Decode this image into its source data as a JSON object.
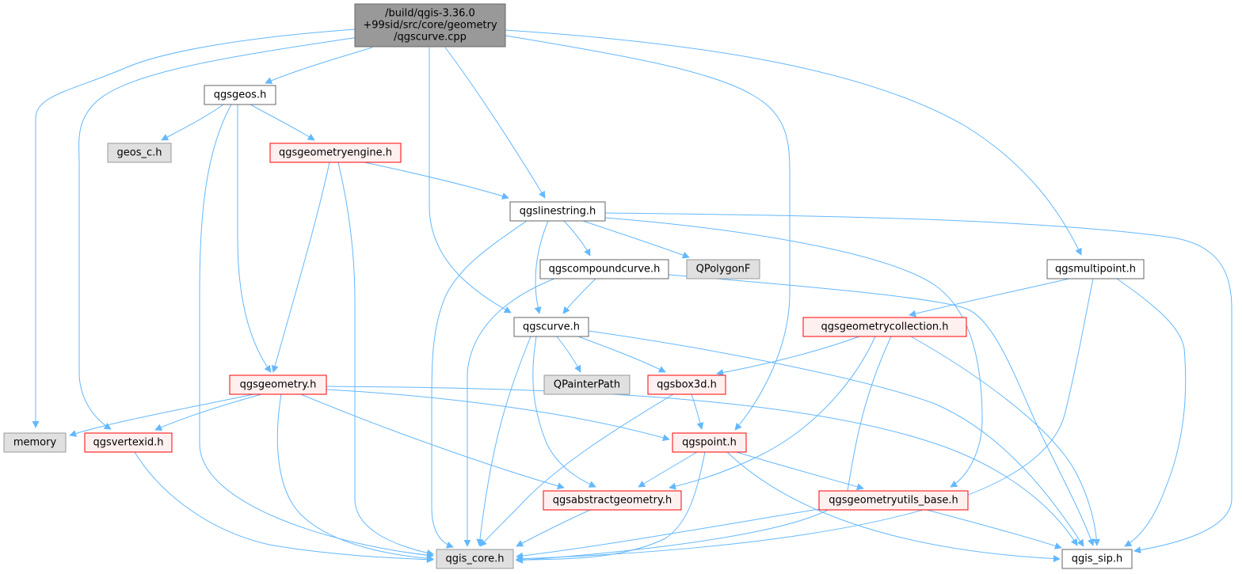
{
  "colors": {
    "edge": "#63b8ff",
    "root_fill": "#999999",
    "root_stroke": "#666666",
    "normal_fill": "#ffffff",
    "normal_stroke": "#666666",
    "truncated_fill": "#fff0f0",
    "truncated_stroke": "#ff0000",
    "external_fill": "#e0e0e0",
    "external_stroke": "#999999"
  },
  "nodes": [
    {
      "id": "root",
      "kind": "root",
      "lines": [
        "/build/qgis-3.36.0",
        "+99sid/src/core/geometry",
        "/qgscurve.cpp"
      ]
    },
    {
      "id": "qgsgeos",
      "kind": "normal",
      "lines": [
        "qgsgeos.h"
      ]
    },
    {
      "id": "geos_c",
      "kind": "external",
      "lines": [
        "geos_c.h"
      ]
    },
    {
      "id": "qgsgeometryengine",
      "kind": "truncated",
      "lines": [
        "qgsgeometryengine.h"
      ]
    },
    {
      "id": "qgslinestring",
      "kind": "normal",
      "lines": [
        "qgslinestring.h"
      ]
    },
    {
      "id": "qgscompoundcurve",
      "kind": "normal",
      "lines": [
        "qgscompoundcurve.h"
      ]
    },
    {
      "id": "qpolygonf",
      "kind": "external",
      "lines": [
        "QPolygonF"
      ]
    },
    {
      "id": "qgsmultipoint",
      "kind": "normal",
      "lines": [
        "qgsmultipoint.h"
      ]
    },
    {
      "id": "qgscurve",
      "kind": "normal",
      "lines": [
        "qgscurve.h"
      ]
    },
    {
      "id": "qgsgeometrycollection",
      "kind": "truncated",
      "lines": [
        "qgsgeometrycollection.h"
      ]
    },
    {
      "id": "qpainterpath",
      "kind": "external",
      "lines": [
        "QPainterPath"
      ]
    },
    {
      "id": "qgsbox3d",
      "kind": "truncated",
      "lines": [
        "qgsbox3d.h"
      ]
    },
    {
      "id": "qgsgeometry",
      "kind": "truncated",
      "lines": [
        "qgsgeometry.h"
      ]
    },
    {
      "id": "memory",
      "kind": "external",
      "lines": [
        "memory"
      ]
    },
    {
      "id": "qgsvertexid",
      "kind": "truncated",
      "lines": [
        "qgsvertexid.h"
      ]
    },
    {
      "id": "qgspoint",
      "kind": "truncated",
      "lines": [
        "qgspoint.h"
      ]
    },
    {
      "id": "qgsabstractgeometry",
      "kind": "truncated",
      "lines": [
        "qgsabstractgeometry.h"
      ]
    },
    {
      "id": "qgsgeometryutils_base",
      "kind": "truncated",
      "lines": [
        "qgsgeometryutils_base.h"
      ]
    },
    {
      "id": "qgis_core",
      "kind": "external",
      "lines": [
        "qgis_core.h"
      ]
    },
    {
      "id": "qgis_sip",
      "kind": "normal",
      "lines": [
        "qgis_sip.h"
      ]
    }
  ],
  "edges": [
    [
      "root",
      "memory"
    ],
    [
      "root",
      "qgsvertexid"
    ],
    [
      "root",
      "qgsgeos"
    ],
    [
      "root",
      "qgscurve"
    ],
    [
      "root",
      "qgslinestring"
    ],
    [
      "root",
      "qgspoint"
    ],
    [
      "root",
      "qgsmultipoint"
    ],
    [
      "qgsgeos",
      "geos_c"
    ],
    [
      "qgsgeos",
      "qgsgeometryengine"
    ],
    [
      "qgsgeos",
      "qgsgeometry"
    ],
    [
      "qgsgeos",
      "qgis_core"
    ],
    [
      "qgsgeometryengine",
      "qgslinestring"
    ],
    [
      "qgsgeometryengine",
      "qgsgeometry"
    ],
    [
      "qgsgeometryengine",
      "qgis_core"
    ],
    [
      "qgslinestring",
      "qgscompoundcurve"
    ],
    [
      "qgslinestring",
      "qpolygonf"
    ],
    [
      "qgslinestring",
      "qgscurve"
    ],
    [
      "qgslinestring",
      "qgis_core"
    ],
    [
      "qgslinestring",
      "qgsgeometryutils_base"
    ],
    [
      "qgslinestring",
      "qgis_sip"
    ],
    [
      "qgscompoundcurve",
      "qgscurve"
    ],
    [
      "qgscompoundcurve",
      "qgis_core"
    ],
    [
      "qgscompoundcurve",
      "qgis_sip"
    ],
    [
      "qgscurve",
      "qpainterpath"
    ],
    [
      "qgscurve",
      "qgsbox3d"
    ],
    [
      "qgscurve",
      "qgsabstractgeometry"
    ],
    [
      "qgscurve",
      "qgis_core"
    ],
    [
      "qgscurve",
      "qgis_sip"
    ],
    [
      "qgsmultipoint",
      "qgsgeometrycollection"
    ],
    [
      "qgsmultipoint",
      "qgis_core"
    ],
    [
      "qgsmultipoint",
      "qgis_sip"
    ],
    [
      "qgsgeometrycollection",
      "qgsbox3d"
    ],
    [
      "qgsgeometrycollection",
      "qgsabstractgeometry"
    ],
    [
      "qgsgeometrycollection",
      "qgis_core"
    ],
    [
      "qgsgeometrycollection",
      "qgis_sip"
    ],
    [
      "qgsbox3d",
      "qgspoint"
    ],
    [
      "qgsbox3d",
      "qgis_core"
    ],
    [
      "qgsgeometry",
      "memory"
    ],
    [
      "qgsgeometry",
      "qgsvertexid"
    ],
    [
      "qgsgeometry",
      "qgspoint"
    ],
    [
      "qgsgeometry",
      "qgsabstractgeometry"
    ],
    [
      "qgsgeometry",
      "qgis_core"
    ],
    [
      "qgsgeometry",
      "qgis_sip"
    ],
    [
      "qgsvertexid",
      "qgis_core"
    ],
    [
      "qgspoint",
      "qgsabstractgeometry"
    ],
    [
      "qgspoint",
      "qgsgeometryutils_base"
    ],
    [
      "qgspoint",
      "qgis_core"
    ],
    [
      "qgspoint",
      "qgis_sip"
    ],
    [
      "qgsabstractgeometry",
      "qgis_core"
    ],
    [
      "qgsgeometryutils_base",
      "qgis_core"
    ],
    [
      "qgsgeometryutils_base",
      "qgis_sip"
    ]
  ]
}
